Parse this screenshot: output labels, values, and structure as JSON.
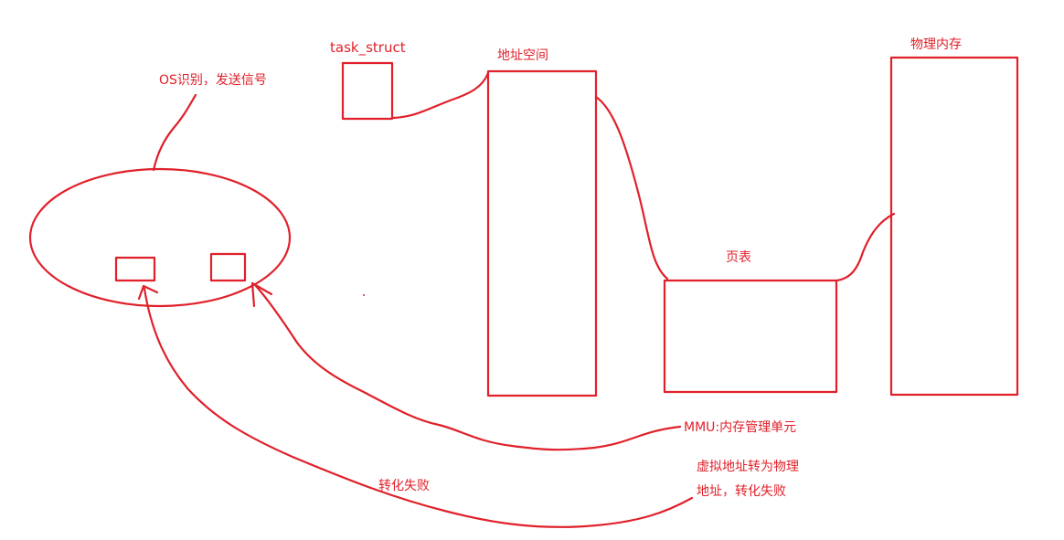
{
  "labels": {
    "task_struct": "task_struct",
    "address_space": "地址空间",
    "physical_memory": "物理内存",
    "page_table": "页表",
    "os_signal": "OS识别，发送信号",
    "mmu": "MMU:内存管理单元",
    "conversion_failed": "转化失败",
    "virtual_to_physical_line1": "虚拟地址转为物理",
    "virtual_to_physical_line2": "地址，转化失败"
  },
  "colors": {
    "stroke": "#e0202a",
    "background": "#ffffff"
  }
}
